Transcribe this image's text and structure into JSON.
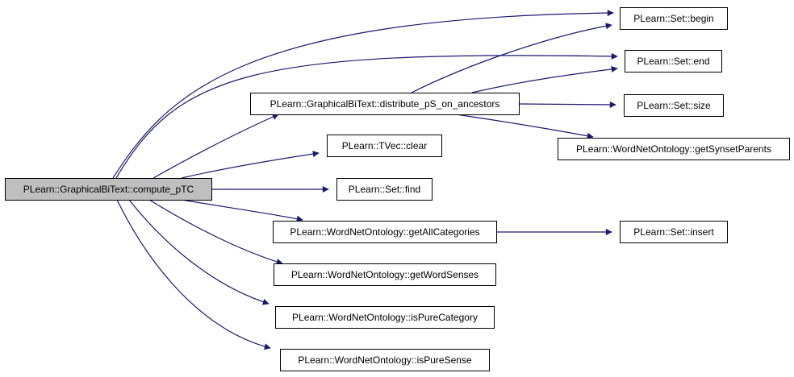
{
  "colors": {
    "edge": "#191970",
    "node_fill": "#ffffff",
    "root_fill": "#bfbfbf",
    "border": "#000000"
  },
  "nodes": [
    {
      "id": "compute_pTC",
      "label": "PLearn::GraphicalBiText::compute_pTC",
      "root": true
    },
    {
      "id": "distribute",
      "label": "PLearn::GraphicalBiText::distribute_pS_on_ancestors"
    },
    {
      "id": "tvec_clear",
      "label": "PLearn::TVec::clear"
    },
    {
      "id": "set_find",
      "label": "PLearn::Set::find"
    },
    {
      "id": "getAllCategories",
      "label": "PLearn::WordNetOntology::getAllCategories"
    },
    {
      "id": "getWordSenses",
      "label": "PLearn::WordNetOntology::getWordSenses"
    },
    {
      "id": "isPureCategory",
      "label": "PLearn::WordNetOntology::isPureCategory"
    },
    {
      "id": "isPureSense",
      "label": "PLearn::WordNetOntology::isPureSense"
    },
    {
      "id": "set_begin",
      "label": "PLearn::Set::begin"
    },
    {
      "id": "set_end",
      "label": "PLearn::Set::end"
    },
    {
      "id": "set_size",
      "label": "PLearn::Set::size"
    },
    {
      "id": "getSynsetParents",
      "label": "PLearn::WordNetOntology::getSynsetParents"
    },
    {
      "id": "set_insert",
      "label": "PLearn::Set::insert"
    }
  ],
  "edges": [
    {
      "from": "compute_pTC",
      "to": "set_begin"
    },
    {
      "from": "compute_pTC",
      "to": "set_end"
    },
    {
      "from": "compute_pTC",
      "to": "distribute"
    },
    {
      "from": "compute_pTC",
      "to": "tvec_clear"
    },
    {
      "from": "compute_pTC",
      "to": "set_find"
    },
    {
      "from": "compute_pTC",
      "to": "getAllCategories"
    },
    {
      "from": "compute_pTC",
      "to": "getWordSenses"
    },
    {
      "from": "compute_pTC",
      "to": "isPureCategory"
    },
    {
      "from": "compute_pTC",
      "to": "isPureSense"
    },
    {
      "from": "distribute",
      "to": "set_begin"
    },
    {
      "from": "distribute",
      "to": "set_end"
    },
    {
      "from": "distribute",
      "to": "set_size"
    },
    {
      "from": "distribute",
      "to": "getSynsetParents"
    },
    {
      "from": "getAllCategories",
      "to": "set_insert"
    }
  ]
}
